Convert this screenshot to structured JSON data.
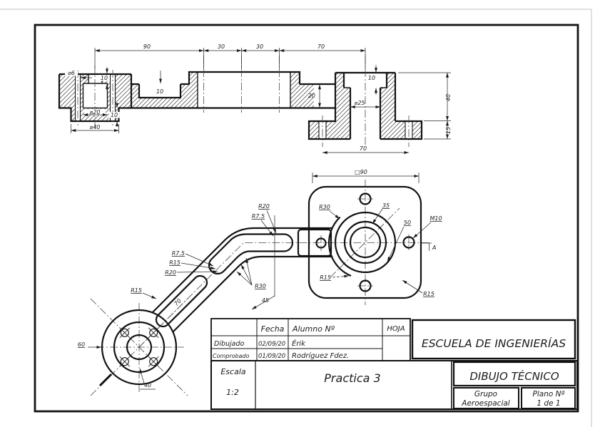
{
  "title_block": {
    "fecha_label": "Fecha",
    "alumno_label": "Alumno Nº",
    "hoja_label": "HOJA",
    "dibujado_label": "Dibujado",
    "dibujado_fecha": "02/09/20",
    "dibujado_nombre": "Érik",
    "comprobado_label": "Comprobado",
    "comprobado_fecha": "01/09/20",
    "comprobado_nombre": "Rodríguez Fdez.",
    "escala_label": "Escala",
    "escala_value": "1:2",
    "practica": "Practica 3",
    "escuela": "ESCUELA DE INGENIERÍAS",
    "asignatura": "DIBUJO TÉCNICO",
    "grupo_label": "Grupo",
    "grupo_value": "Aeroespacial",
    "plano_label": "Plano Nº",
    "plano_value": "1 de 1"
  },
  "section_view": {
    "dims": {
      "t90": "90",
      "t30a": "30",
      "t30b": "30",
      "t70": "70",
      "dia6": "⌀6",
      "cap10": "10",
      "slot10": "10",
      "dia20": "⌀20",
      "flange10": "10",
      "dia40": "⌀40",
      "web20": "20",
      "cb10": "10",
      "dia25": "⌀25",
      "v40": "40",
      "v15": "15",
      "b70": "70"
    }
  },
  "plate_view": {
    "dims": {
      "sq90": "□90",
      "r30": "R30",
      "c35": "35",
      "c50": "50",
      "m10": "M10",
      "r15a": "R15",
      "r15b": "R15",
      "section_mark": "A"
    }
  },
  "arm_view": {
    "dims": {
      "r20_top": "R20",
      "r75_top": "R7.5",
      "r75_left": "R7.5",
      "r15_left": "R15",
      "r20_left": "R20",
      "r30": "R30",
      "angle45": "45",
      "len70": "70",
      "r15_fillet": "R15",
      "d60": "60",
      "d40": "40"
    }
  }
}
